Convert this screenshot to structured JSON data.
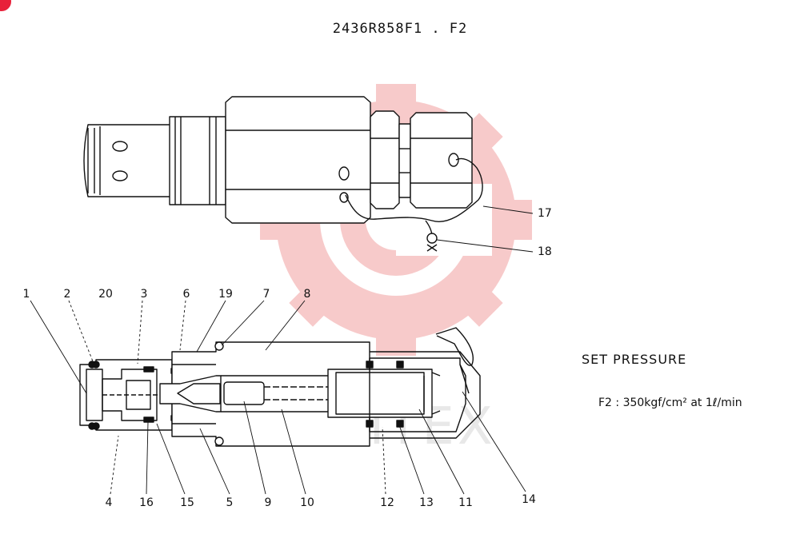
{
  "title": "2436R858F1 . F2",
  "set_pressure": {
    "heading": "SET PRESSURE",
    "value": "F2 : 350kgf/cm² at 1ℓ/min"
  },
  "watermark": {
    "text": "ИНТЕХ",
    "gear_color": "#f2a0a0",
    "text_color": "#d6d6d6"
  },
  "accent_color": "#e8213a",
  "callouts": {
    "c1": "1",
    "c2": "2",
    "c20": "20",
    "c3": "3",
    "c6": "6",
    "c19": "19",
    "c7": "7",
    "c8": "8",
    "c4": "4",
    "c16": "16",
    "c15": "15",
    "c5": "5",
    "c9": "9",
    "c10": "10",
    "c12": "12",
    "c13": "13",
    "c11": "11",
    "c14": "14",
    "c17": "17",
    "c18": "18"
  }
}
